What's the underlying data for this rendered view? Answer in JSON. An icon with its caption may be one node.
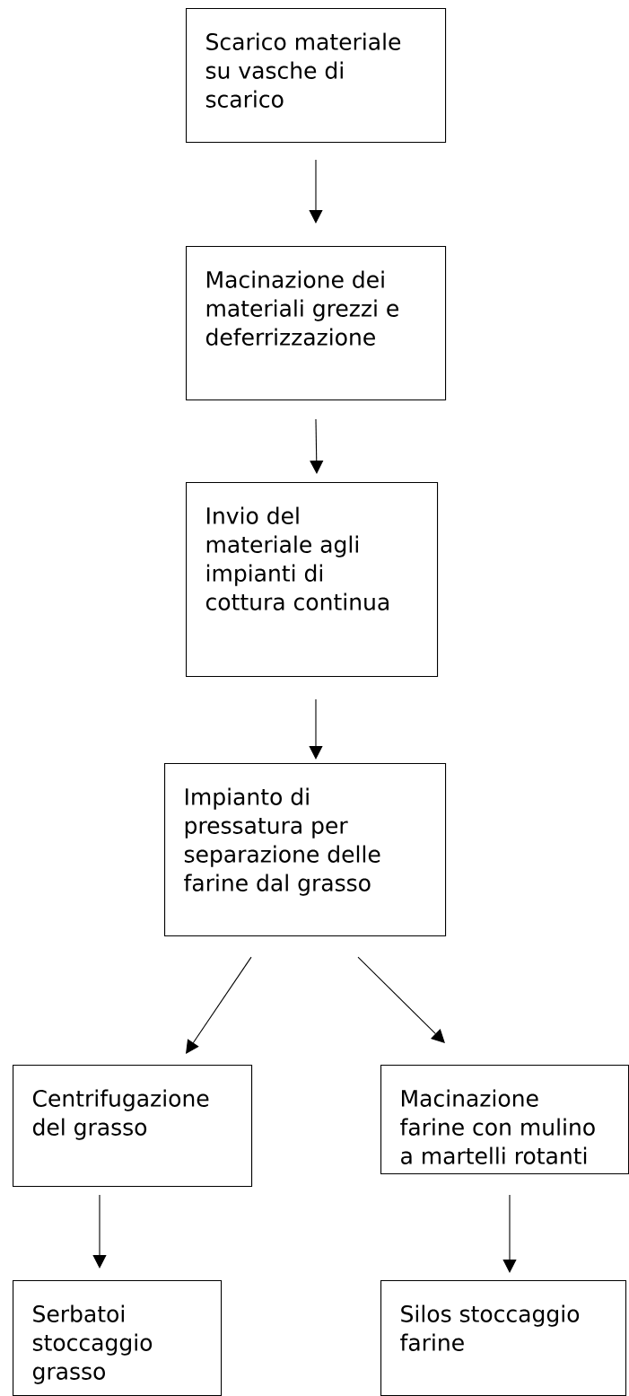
{
  "diagram": {
    "nodes": [
      {
        "text": [
          "Scarico materiale su vasche di scarico"
        ]
      },
      {
        "text": [
          "Macinazione dei materiali grezzi e deferrizzazione"
        ]
      },
      {
        "text": [
          "Invio del materiale agli impianti di cottura continua"
        ]
      },
      {
        "text": [
          "Impianto di pressatura per separazione delle farine dal grasso"
        ]
      },
      {
        "text": [
          "Centrifugazione del grasso"
        ]
      },
      {
        "text": [
          "Macinazione farine con mulino a martelli rotanti"
        ]
      },
      {
        "text": [
          "Serbatoi stoccaggio grasso"
        ]
      },
      {
        "text": [
          "Silos stoccaggio farine"
        ]
      }
    ],
    "edges": [
      {
        "from": 0,
        "to": 1,
        "arrow": "to"
      },
      {
        "from": 1,
        "to": 2,
        "arrow": "to"
      },
      {
        "from": 2,
        "to": 3,
        "arrow": "to"
      },
      {
        "from": 3,
        "to": 4,
        "arrow": "to"
      },
      {
        "from": 3,
        "to": 5,
        "arrow": "to"
      },
      {
        "from": 4,
        "to": 6,
        "arrow": "to"
      },
      {
        "from": 5,
        "to": 7,
        "arrow": "to"
      }
    ]
  }
}
